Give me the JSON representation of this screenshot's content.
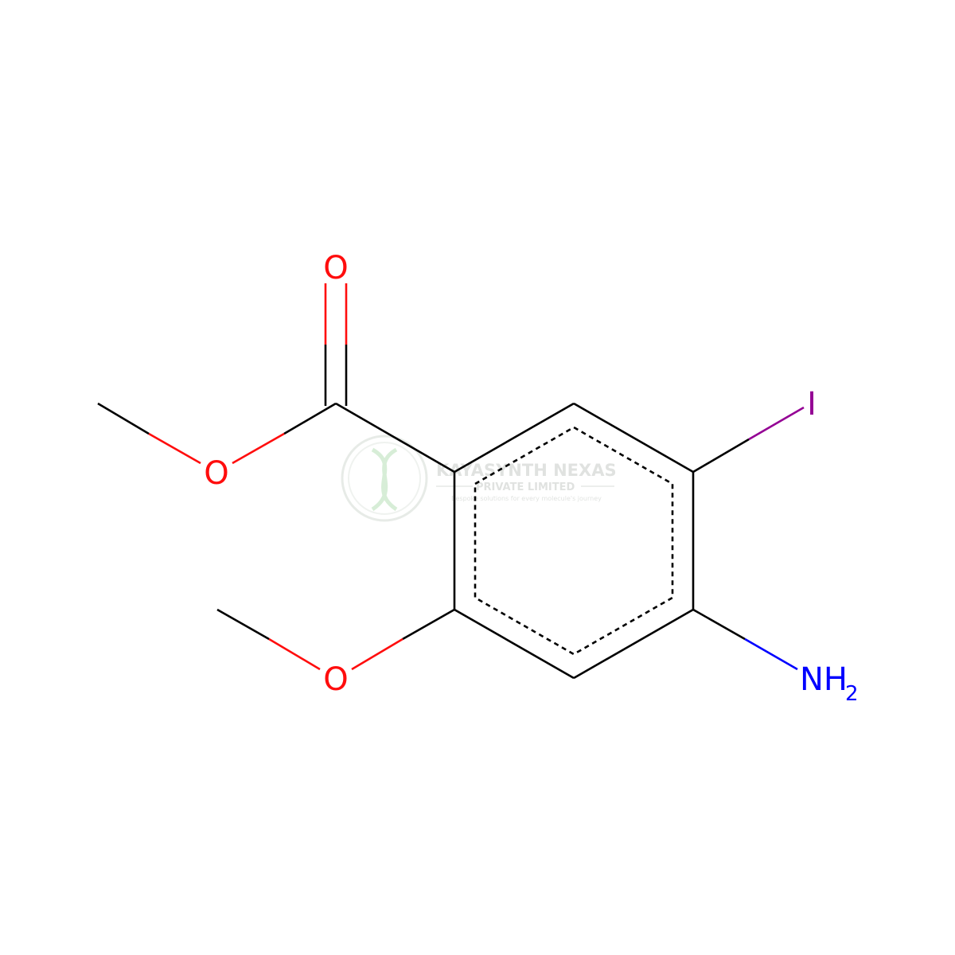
{
  "atoms": {
    "carbonyl_oxygen": "O",
    "ester_oxygen": "O",
    "methoxy_oxygen": "O",
    "iodine": "I",
    "amine_n": "NH",
    "amine_sub": "2"
  },
  "watermark": {
    "company_line1": "KAYASYNTH NEXAS",
    "company_line2": "PRIVATE LIMITED",
    "tagline": "Bespoke solutions for every molecule's journey"
  },
  "colors": {
    "bond": "#000000",
    "oxygen": "#ff0d0d",
    "nitrogen": "#0000ff",
    "iodine": "#940094",
    "watermark": "#c8d6c8"
  }
}
